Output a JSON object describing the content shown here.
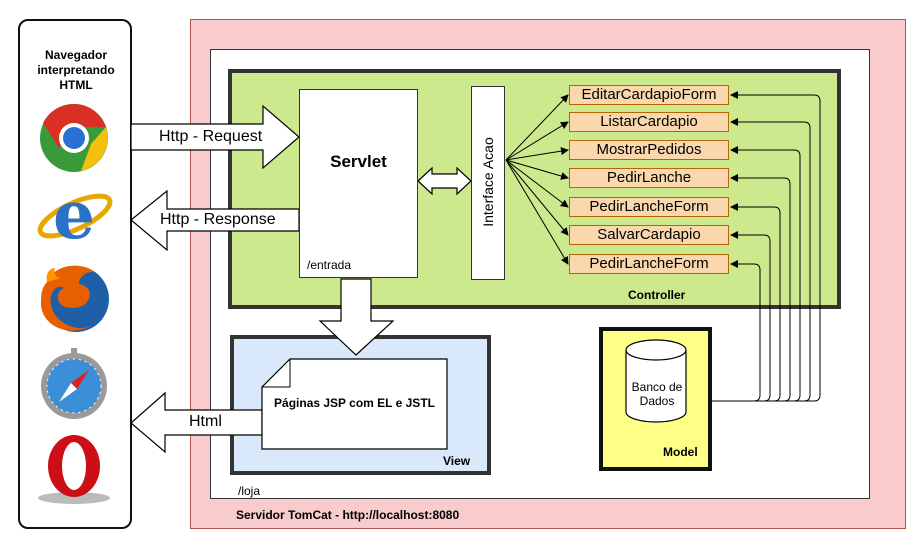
{
  "browser": {
    "title_lines": [
      "Navegador",
      "interpretando",
      "HTML"
    ],
    "icons": [
      "chrome-icon",
      "internet-explorer-icon",
      "firefox-icon",
      "safari-icon",
      "opera-icon"
    ]
  },
  "server": {
    "label": "Servidor TomCat - http://localhost:8080"
  },
  "app": {
    "label": "/loja"
  },
  "controller": {
    "label": "Controller",
    "servlet": {
      "title": "Servlet",
      "path": "/entrada"
    },
    "interface_label": "Interface Acao",
    "actions": [
      "EditarCardapioForm",
      "ListarCardapio",
      "MostrarPedidos",
      "PedirLanche",
      "PedirLancheForm",
      "SalvarCardapio",
      "PedirLancheForm"
    ]
  },
  "view": {
    "label": "View",
    "page_text": "Páginas JSP com EL e JSTL"
  },
  "model": {
    "label": "Model",
    "db_text_lines": [
      "Banco de",
      "Dados"
    ]
  },
  "arrows": {
    "request": "Http - Request",
    "response": "Http - Response",
    "html": "Html"
  },
  "colors": {
    "server_fill": "#f8cccc",
    "controller_fill": "#cde98e",
    "view_fill": "#dae8fc",
    "model_fill": "#ffff88",
    "action_fill": "#fad7ac",
    "action_border": "#b46504"
  }
}
